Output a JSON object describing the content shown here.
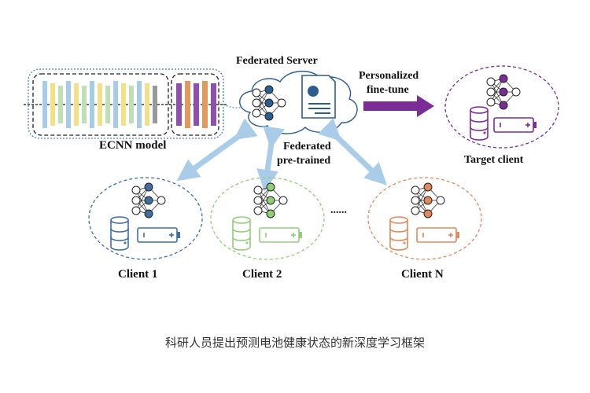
{
  "diagram": {
    "server_label": "Federated Server",
    "model_label": "ECNN model",
    "pretrained_label_line1": "Federated",
    "pretrained_label_line2": "pre-trained",
    "finetune_label_line1": "Personalized",
    "finetune_label_line2": "fine-tune",
    "target_label": "Target client",
    "ellipsis": "......",
    "clients": [
      {
        "label": "Client 1",
        "color": "#3d6fa3"
      },
      {
        "label": "Client 2",
        "color": "#8fcf76"
      },
      {
        "label": "Client N",
        "color": "#e0895a"
      }
    ],
    "target_color": "#7b2c97"
  },
  "caption": "科研人员提出预测电池健康状态的新深度学习框架"
}
